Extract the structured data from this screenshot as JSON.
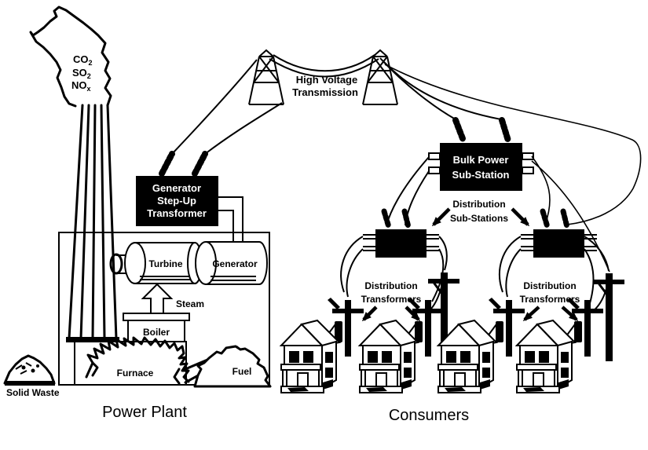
{
  "title": "Electric power generation, transmission and distribution diagram",
  "colors": {
    "ink": "#000000",
    "paper": "#ffffff"
  },
  "emissions": {
    "co_main": "CO",
    "co_sub": "2",
    "so_main": "SO",
    "so_sub": "2",
    "no_main": "NO",
    "no_sub": "x"
  },
  "power_plant": {
    "turbine": "Turbine",
    "generator": "Generator",
    "steam": "Steam",
    "boiler": "Boiler",
    "furnace": "Furnace",
    "fuel": "Fuel",
    "solid_waste": "Solid Waste",
    "caption": "Power Plant"
  },
  "transmission": {
    "step_up_line1": "Generator",
    "step_up_line2": "Step-Up",
    "step_up_line3": "Transformer",
    "hv_line1": "High Voltage",
    "hv_line2": "Transmission"
  },
  "distribution": {
    "bulk_line1": "Bulk Power",
    "bulk_line2": "Sub-Station",
    "sub_line1": "Distribution",
    "sub_line2": "Sub-Stations",
    "tx_line1": "Distribution",
    "tx_line2": "Transformers",
    "caption": "Consumers"
  }
}
